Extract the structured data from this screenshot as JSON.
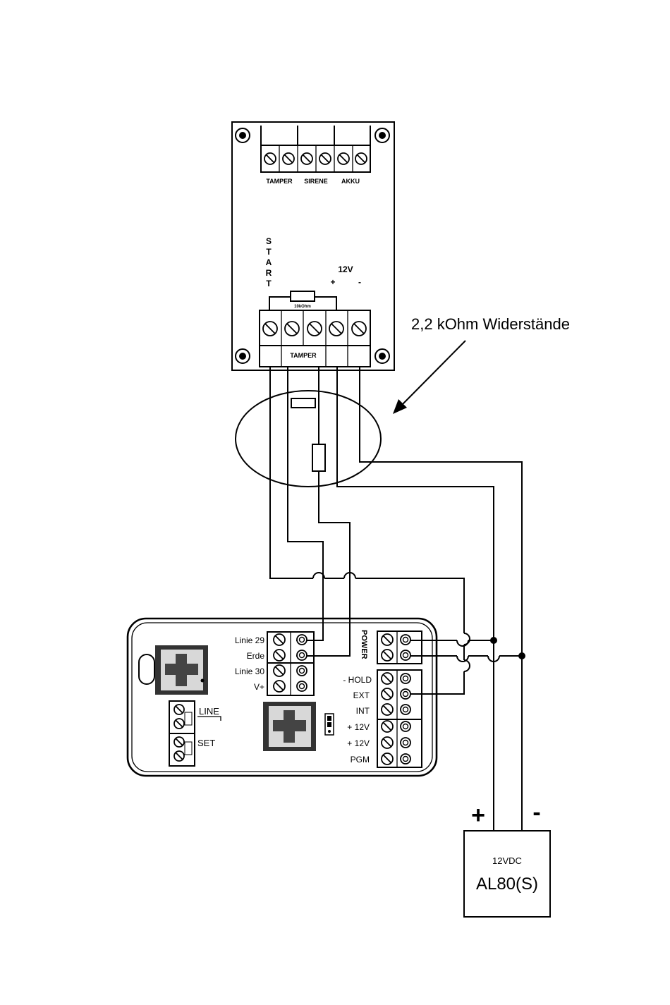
{
  "siren_board": {
    "top_terminal_labels": [
      "TAMPER",
      "SIRENE",
      "AKKU"
    ],
    "start_label": "S\nT\nA\nR\nT",
    "voltage_label": "12V",
    "plus_label": "+",
    "minus_label": "-",
    "resistor_label": "10kOhm",
    "bottom_tamper_label": "TAMPER"
  },
  "resistor_annotation": "2,2 kOhm Widerstände",
  "module": {
    "left_labels": [
      "Linie 29",
      "Erde",
      "Linie 30",
      "V+"
    ],
    "power_label": "POWER",
    "right_labels": [
      "- HOLD",
      "EXT",
      "INT",
      "+ 12V",
      "+ 12V",
      "PGM"
    ],
    "line_label": "LINE",
    "set_label": "SET"
  },
  "power_supply": {
    "voltage": "12VDC",
    "model": "AL80(S)",
    "plus": "+",
    "minus": "-"
  },
  "icons": [
    "screw-terminal-icon",
    "mounting-hole-icon",
    "resistor-icon",
    "rj-connector-icon",
    "jumper-icon",
    "junction-dot-icon"
  ]
}
